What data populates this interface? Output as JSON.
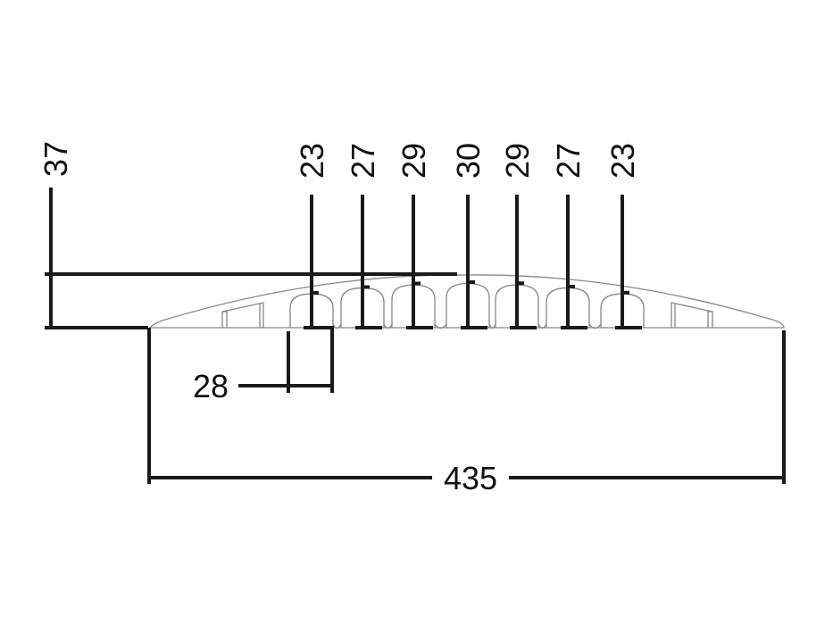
{
  "diagram": {
    "title": "",
    "colors": {
      "dimension": "#1a1a1a",
      "profile": "#888888"
    },
    "overall_height": "37",
    "overall_width": "435",
    "channel_width": "28",
    "channel_heights": [
      "23",
      "27",
      "29",
      "30",
      "29",
      "27",
      "23"
    ]
  }
}
